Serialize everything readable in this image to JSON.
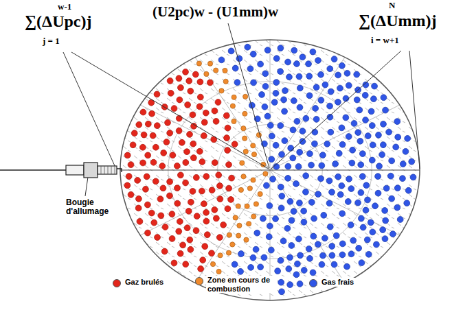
{
  "diagram": {
    "labels": [
      "w-1",
      "∑(ΔUpc)j",
      "j = 1",
      "(U2pc)w - (U1mm)w",
      "N",
      "∑(ΔUmm)j",
      "i = w+1",
      "Bougie d'allumage"
    ],
    "legend": [
      {
        "text": "Gaz brulés",
        "color": "#e3261b"
      },
      {
        "text": "Zone en cours de combustion",
        "color": "#f08a2c"
      },
      {
        "text": "Gas frais",
        "color": "#2f55e6"
      }
    ]
  }
}
